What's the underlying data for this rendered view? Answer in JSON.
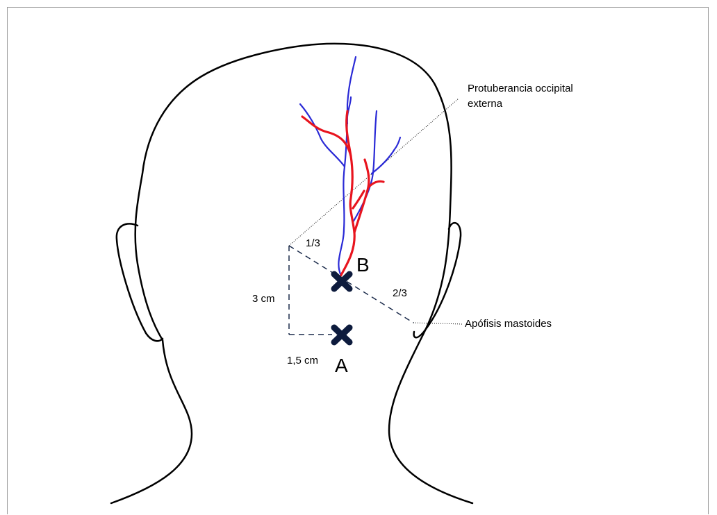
{
  "labels": {
    "protuberancia": [
      "Protuberancia occipital",
      "externa"
    ],
    "apofisis": "Apófisis mastoides",
    "point_b": "B",
    "point_a": "A",
    "frac_one_third": "1/3",
    "frac_two_thirds": "2/3",
    "dist_3cm": "3 cm",
    "dist_1_5cm": "1,5 cm"
  },
  "colors": {
    "outline": "#000000",
    "artery": "#e8141e",
    "vein": "#2a2ad6",
    "marker": "#0d1b3d"
  }
}
